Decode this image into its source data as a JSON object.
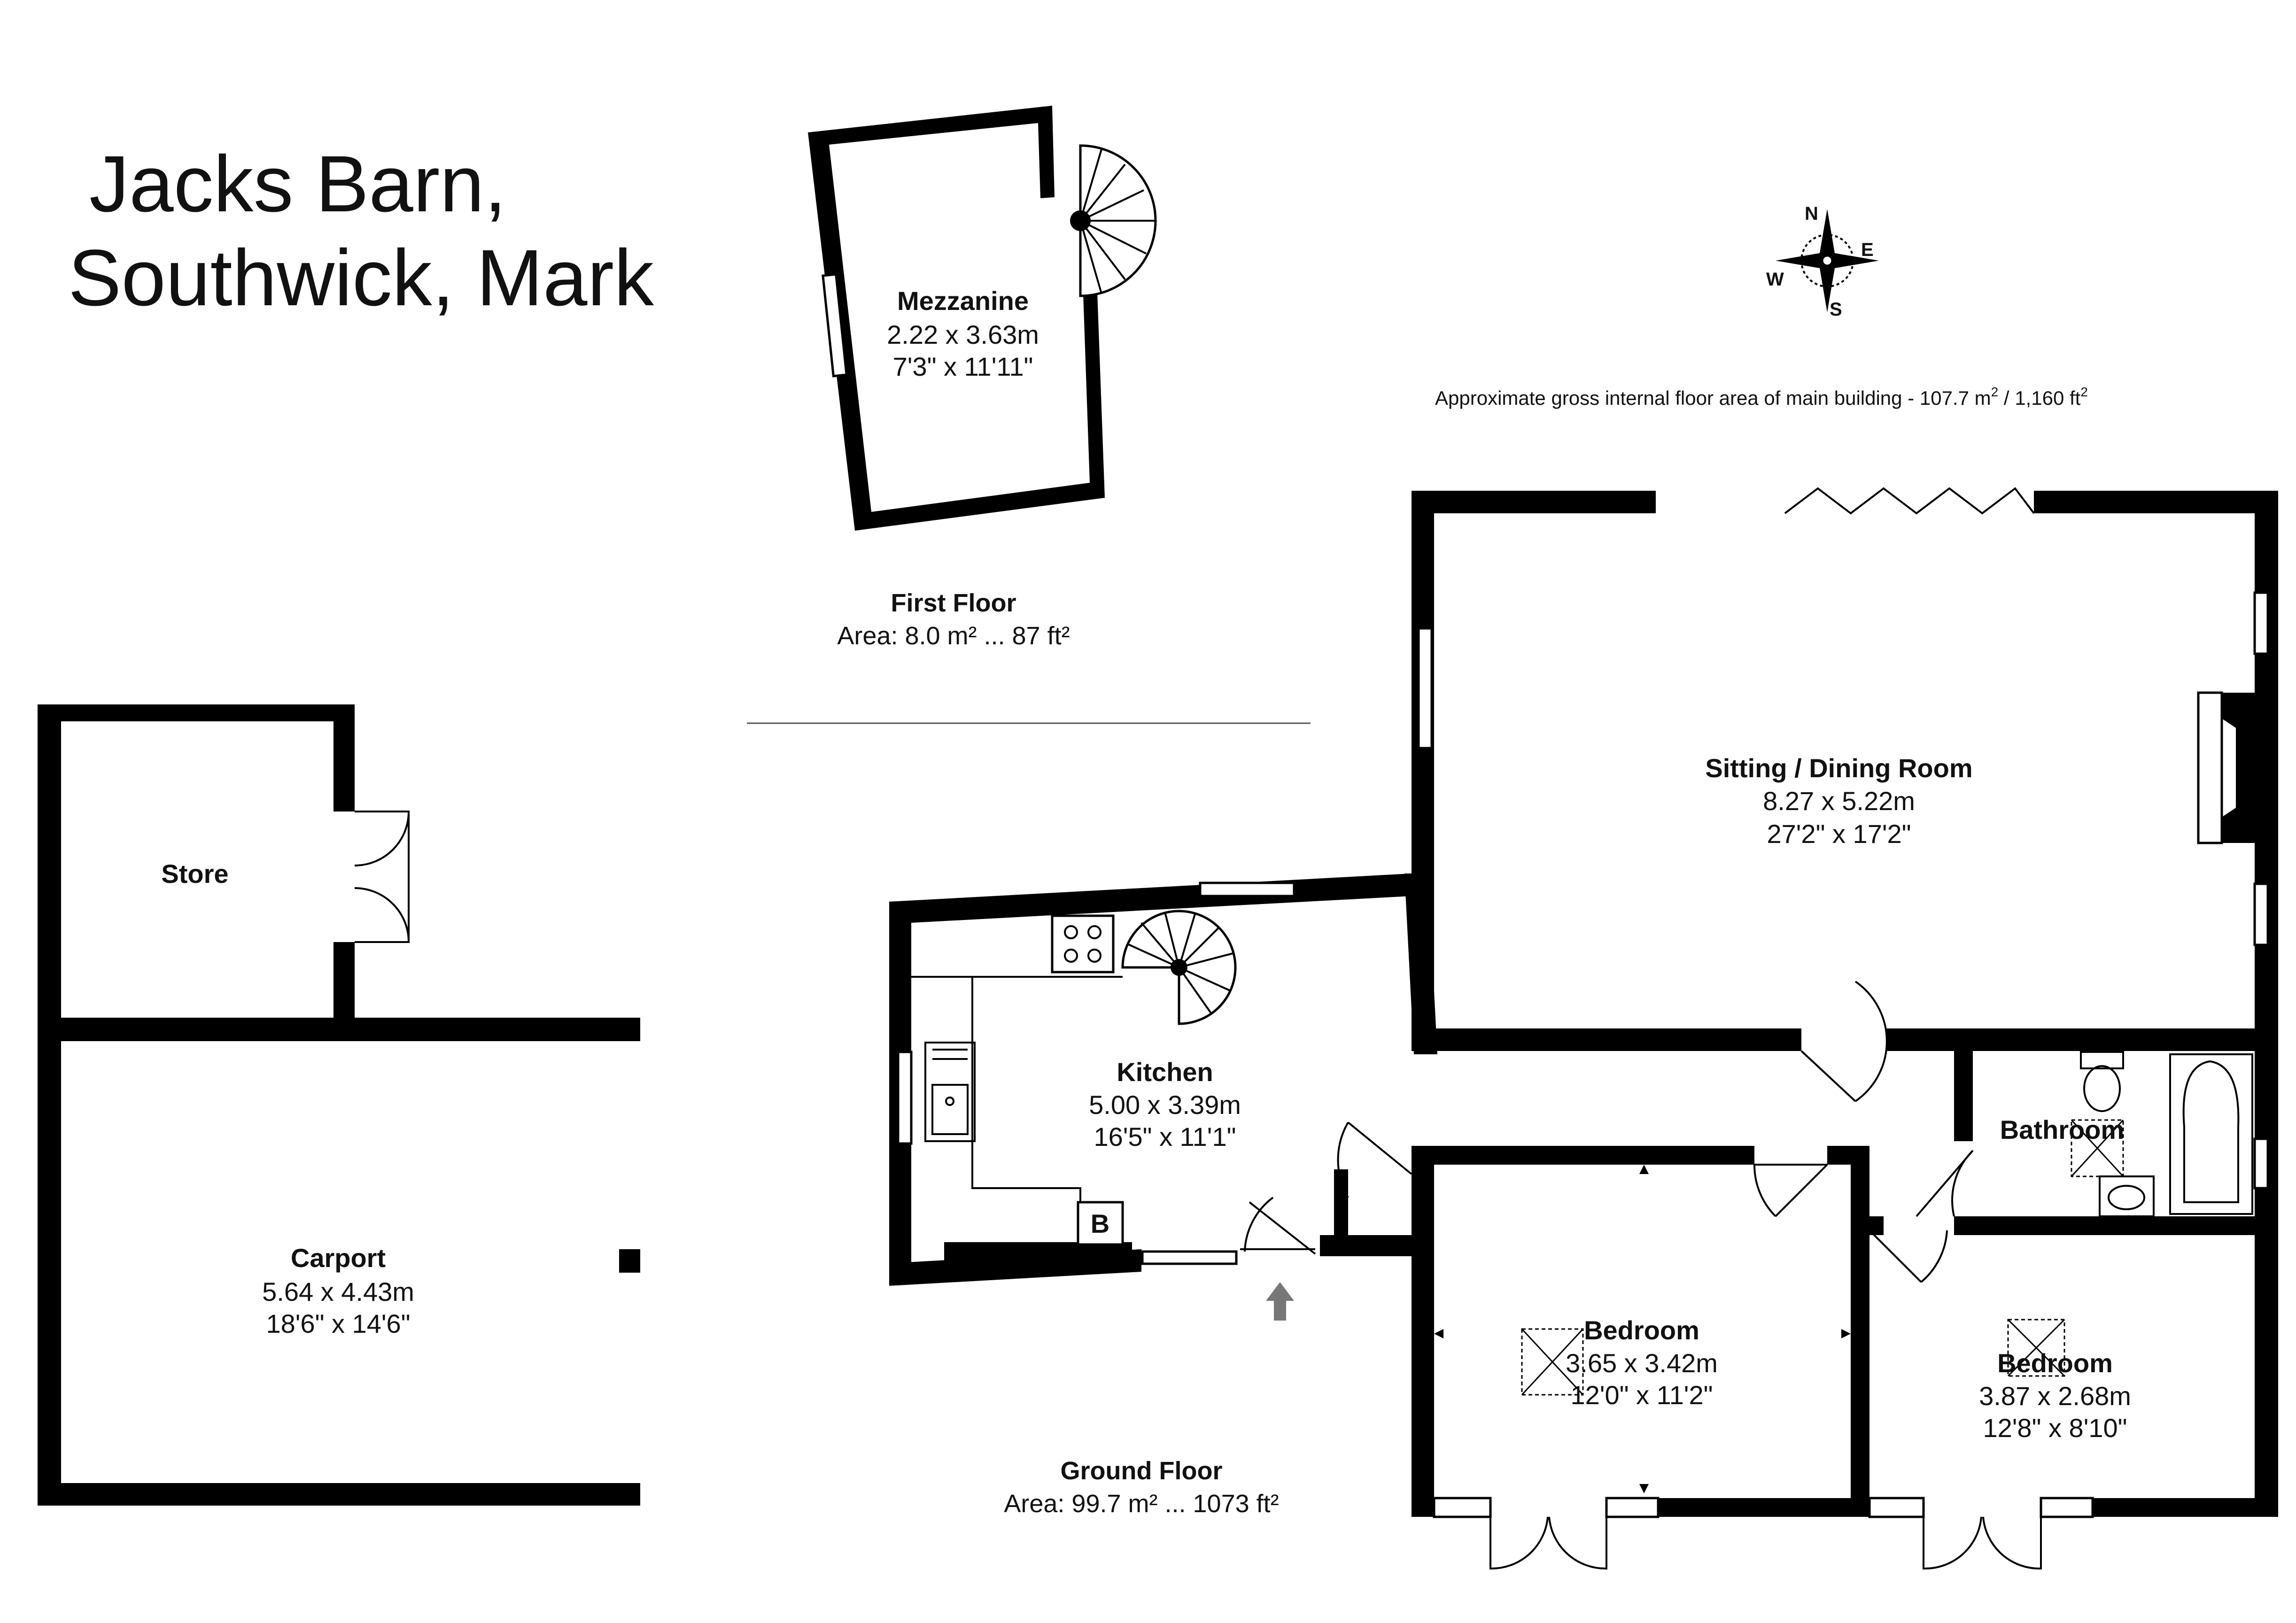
{
  "property": {
    "title_line1": "Jacks Barn,",
    "title_line2": "Southwick, Mark"
  },
  "gross_area": {
    "text": "Approximate gross internal floor area of main building  -  107.7 m",
    "sq1": "2",
    "mid": " /  1,160 ft",
    "sq2": "2"
  },
  "compass": {
    "n": "N",
    "e": "E",
    "s": "S",
    "w": "W"
  },
  "floors": {
    "first": {
      "name": "First Floor",
      "area": "Area: 8.0 m² ... 87 ft²"
    },
    "ground": {
      "name": "Ground Floor",
      "area": "Area: 99.7 m² ... 1073 ft²"
    }
  },
  "rooms": {
    "mezzanine": {
      "name": "Mezzanine",
      "metric": "2.22 x 3.63m",
      "imperial": "7'3\" x 11'11\""
    },
    "store": {
      "name": "Store"
    },
    "carport": {
      "name": "Carport",
      "metric": "5.64 x 4.43m",
      "imperial": "18'6\" x 14'6\""
    },
    "kitchen": {
      "name": "Kitchen",
      "metric": "5.00 x 3.39m",
      "imperial": "16'5\" x 11'1\""
    },
    "sitting": {
      "name": "Sitting / Dining Room",
      "metric": "8.27 x 5.22m",
      "imperial": "27'2\" x 17'2\""
    },
    "bathroom": {
      "name": "Bathroom"
    },
    "bedroom1": {
      "name": "Bedroom",
      "metric": "3.65 x 3.42m",
      "imperial": "12'0\" x 11'2\""
    },
    "bedroom2": {
      "name": "Bedroom",
      "metric": "3.87 x 2.68m",
      "imperial": "12'8\" x 8'10\""
    }
  },
  "boiler_label": "B"
}
